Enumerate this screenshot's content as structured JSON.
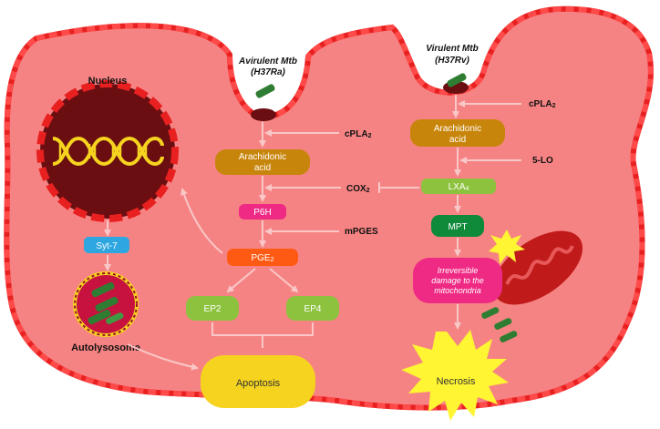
{
  "colors": {
    "cell_fill": "#f68383",
    "cell_border": "#e82020",
    "cell_border_dots": "#ff4a4a",
    "nucleus": "#6a0e12",
    "nucleus_border": "#e82020",
    "pathway_gold": "#c8850b",
    "pathway_pink": "#ef2a85",
    "pathway_orange": "#ff5a14",
    "pathway_green": "#8cc23e",
    "mpt_green": "#0f8a3a",
    "syt7_blue": "#2ea7e0",
    "apoptosis_yellow": "#f5d31f",
    "necrosis_yellow": "#fff533",
    "arrow": "#f9c7c7",
    "bacteria": "#2f7d32",
    "mito": "#c01a1a"
  },
  "labels": {
    "nucleus": "Nucleus",
    "autolysosome": "Autolysosome",
    "avirulent_line1": "Avirulent Mtb",
    "avirulent_line2": "(H37Ra)",
    "virulent_line1": "Virulent Mtb",
    "virulent_line2": "(H37Rv)"
  },
  "nodes": {
    "syt7": "Syt-7",
    "arachidonic_left_1": "Arachidonic",
    "arachidonic_left_2": "acid",
    "p6h": "P6H",
    "pge2_main": "PGE",
    "pge2_sub": "2",
    "ep2": "EP2",
    "ep4": "EP4",
    "apoptosis": "Apoptosis",
    "arachidonic_right_1": "Arachidonic",
    "arachidonic_right_2": "acid",
    "lxa4_main": "LXA",
    "lxa4_sub": "4",
    "mpt": "MPT",
    "irreversible_1": "Irreversible",
    "irreversible_2": "damage to the",
    "irreversible_3": "mitochondria",
    "necrosis": "Necrosis"
  },
  "enzymes": {
    "cpla2_left_main": "cPLA",
    "cpla2_left_sub": "2",
    "cox2_main": "COX",
    "cox2_sub": "2",
    "mpges": "mPGES",
    "cpla2_right_main": "cPLA",
    "cpla2_right_sub": "2",
    "five_lo": "5-LO"
  }
}
